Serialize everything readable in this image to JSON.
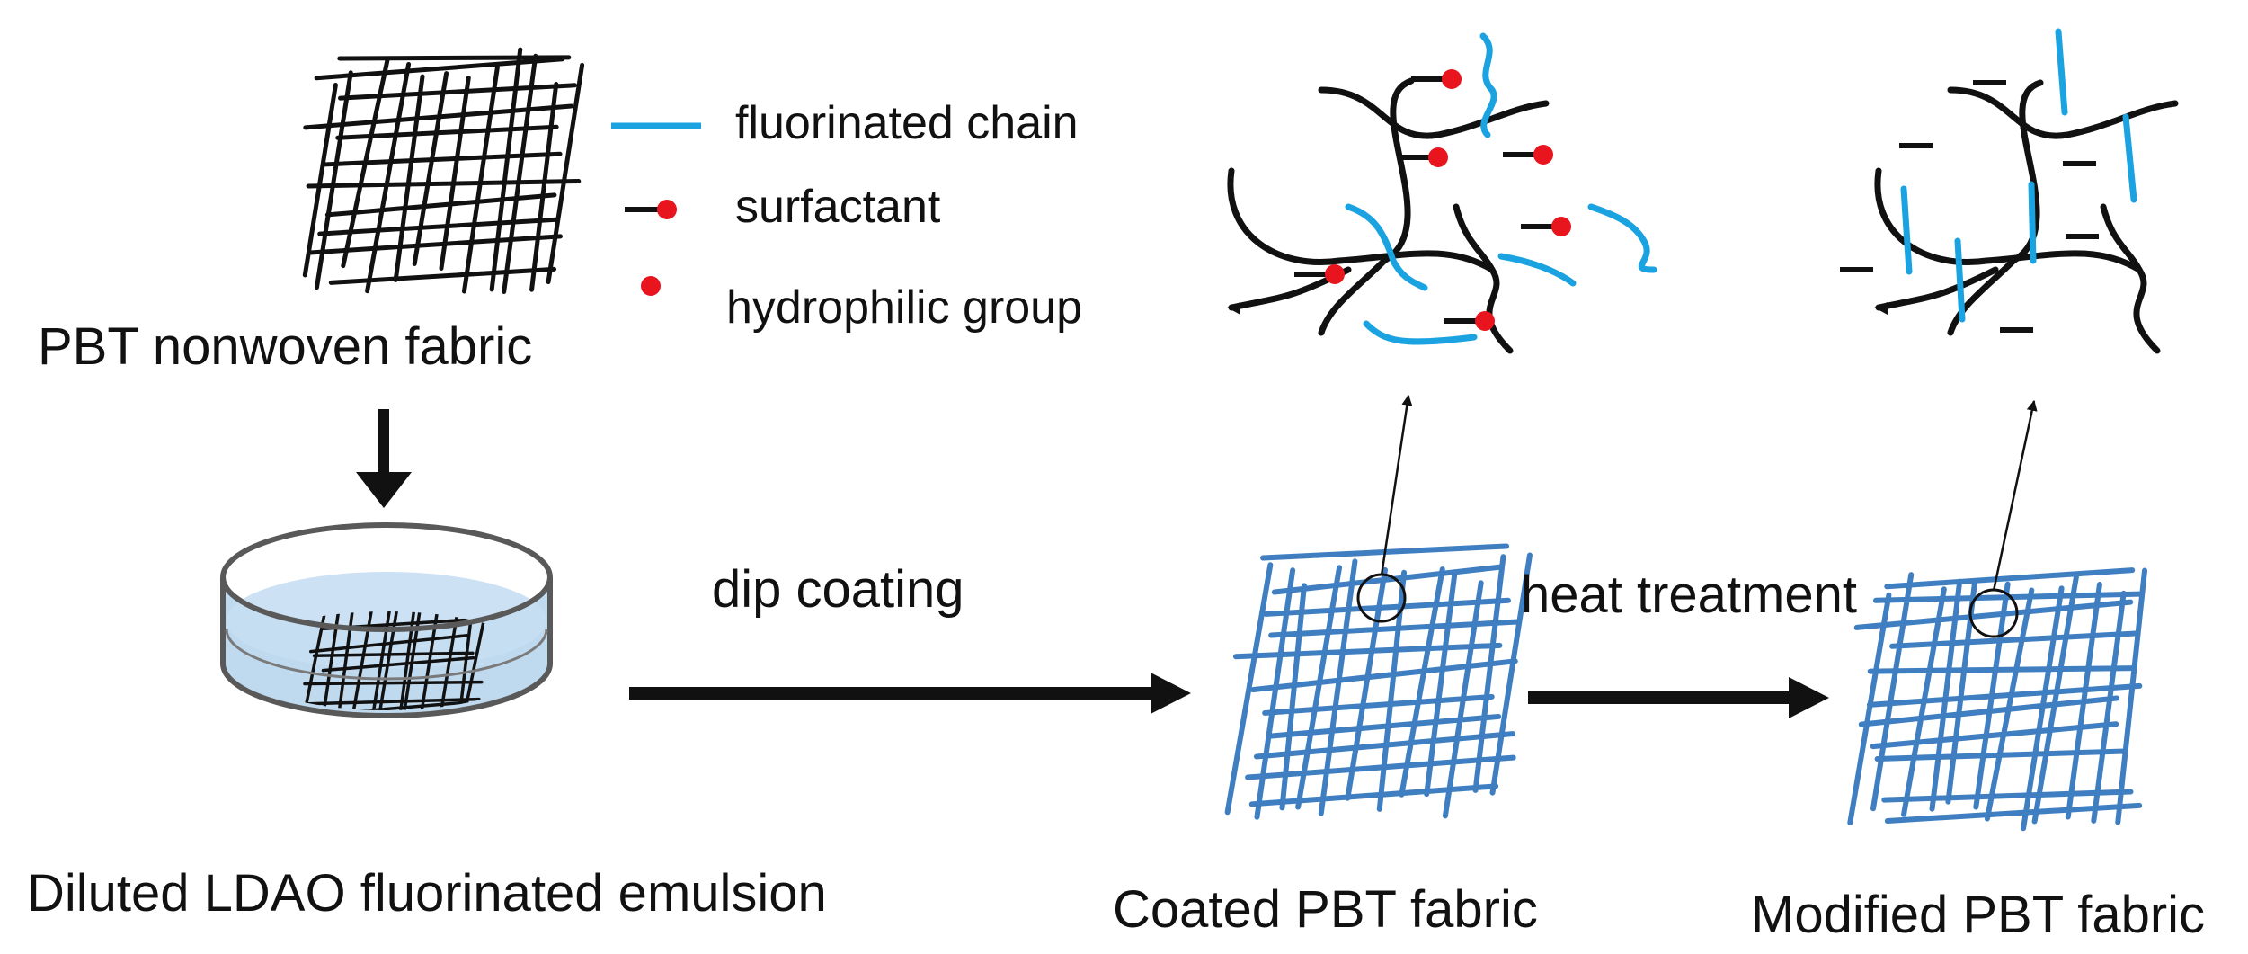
{
  "colors": {
    "fiber_dark": "#111111",
    "fiber_blue": "#3f7fc1",
    "fluorinated": "#1aa3e0",
    "hydrophilic": "#e8141e",
    "emulsion": "#bfd9ef",
    "dish_rim": "#595959"
  },
  "legend": {
    "fluorinated": "fluorinated chain",
    "surfactant": "surfactant",
    "hydrophilic": "hydrophilic group"
  },
  "labels": {
    "pbt_nonwoven": "PBT nonwoven fabric",
    "emulsion": "Diluted LDAO fluorinated emulsion",
    "coated": "Coated PBT fabric",
    "modified": "Modified PBT fabric"
  },
  "steps": {
    "dip": "dip coating",
    "heat": "heat treatment"
  }
}
